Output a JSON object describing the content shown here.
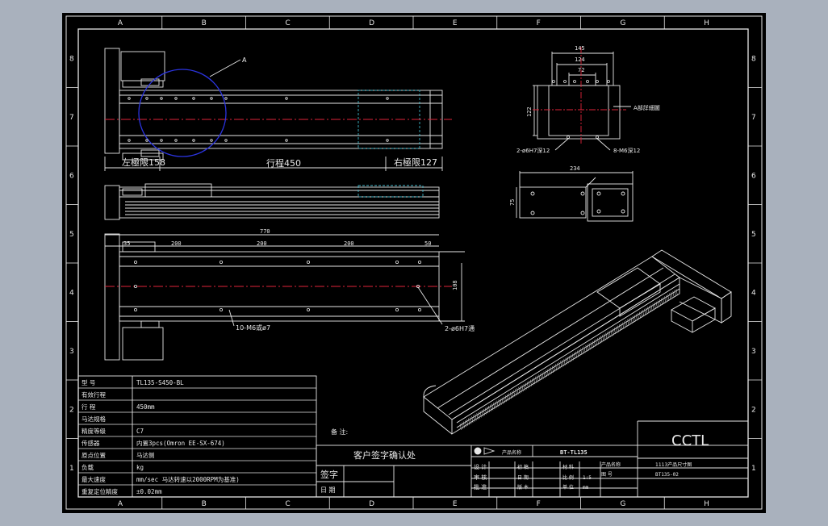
{
  "frame": {
    "columns": [
      "A",
      "B",
      "C",
      "D",
      "E",
      "F",
      "G",
      "H"
    ],
    "rows": [
      "8",
      "7",
      "6",
      "5",
      "4",
      "3",
      "2",
      "1"
    ]
  },
  "top_view": {
    "detail_label": "A",
    "dims": {
      "left_limit": "左極限158",
      "stroke": "行程450",
      "right_limit": "右極限127"
    }
  },
  "side_view": {},
  "bottom_view": {
    "dims": {
      "overall": "770",
      "first": "35",
      "pitch1": "200",
      "pitch2": "200",
      "pitch3": "200",
      "last": "50",
      "height": "108"
    },
    "callouts": {
      "holes": "10-M6或ø7",
      "pins": "2-ø6H7通"
    }
  },
  "end_view": {
    "dims": {
      "w_outer": "145",
      "w_mid": "124",
      "w_inner": "72",
      "height": "122"
    },
    "callouts": {
      "detail_ref": "A部詳細圖",
      "pin": "2-ø6H7深12",
      "thread": "8-M6深12"
    }
  },
  "motor_view": {
    "dims": {
      "width": "234",
      "height": "75"
    }
  },
  "spec_table": {
    "rows": [
      {
        "label": "型 号",
        "value": "TL135-S450-BL"
      },
      {
        "label": "有效行程",
        "value": ""
      },
      {
        "label": "行 程",
        "value": "450mm"
      },
      {
        "label": "马达规格",
        "value": ""
      },
      {
        "label": "精度等级",
        "value": "C7"
      },
      {
        "label": "传感器",
        "value": "内置3pcs(Omron EE-SX-674)"
      },
      {
        "label": "原点位置",
        "value": "马达侧"
      },
      {
        "label": "负载",
        "value": "kg"
      },
      {
        "label": "最大速度",
        "value": "mm/sec 马达转速以2000RPM为基准)"
      },
      {
        "label": "重复定位精度",
        "value": "±0.02mm"
      }
    ]
  },
  "notes_label": "备 注:",
  "title_block": {
    "customer_confirm": "客户签字确认处",
    "sign": "签字",
    "date": "日 期",
    "company": "CCTL",
    "product_label": "产品名称",
    "product_name": "BT-TL135",
    "roles": [
      "设 计",
      "审 核",
      "批 准"
    ],
    "role_values": [
      "初 稿",
      "日 期",
      "版 本"
    ],
    "other_labels": [
      "材 料",
      "比 例",
      "单 位"
    ],
    "other_values": [
      "",
      "1:5",
      "mm"
    ],
    "desc_label": "产品名称",
    "description": "1113产品尺寸图",
    "drawing_no_label": "图 号",
    "drawing_no": "BT135-02"
  },
  "colors": {
    "background": "#000000",
    "line": "#e6e6e6",
    "centerline": "#e0243a",
    "hidden": "#3fb6c8",
    "circle": "#2b34e0",
    "outer": "#a9b1bd"
  }
}
